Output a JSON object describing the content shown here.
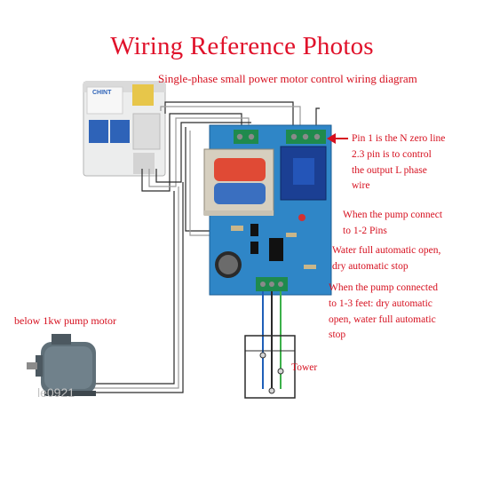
{
  "title": "Wiring Reference Photos",
  "subtitle": "Single-phase small power motor control wiring diagram",
  "notes": {
    "pin1": [
      "Pin 1 is the N zero line",
      "2.3 pin is to control",
      "the output L phase",
      "wire"
    ],
    "pump12": [
      "When the pump connect",
      "to 1-2 Pins"
    ],
    "water_full": [
      "Water full automatic open,",
      "dry automatic stop"
    ],
    "pump13": [
      "When the pump connected",
      "to 1-3 feet: dry automatic",
      "open, water full automatic",
      "stop"
    ]
  },
  "motor_label": "below 1kw pump motor",
  "tower_label": "Tower",
  "watermark": "le0921",
  "breaker_brand": "CHINT",
  "colors": {
    "accent": "#d6101f",
    "board": "#2f86c7",
    "breaker": "#2e63b8"
  }
}
